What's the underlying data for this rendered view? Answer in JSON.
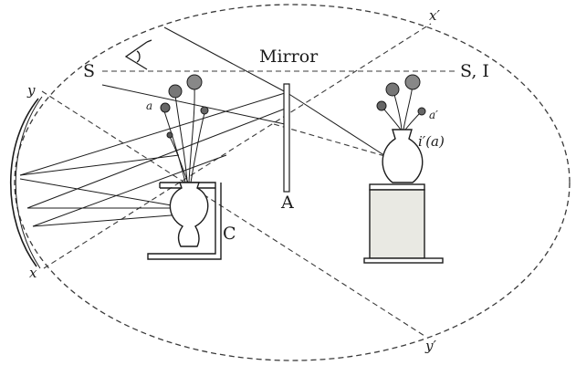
{
  "diagram": {
    "labels": {
      "mirror": "Mirror",
      "source_point": "S",
      "source_image": "S, I",
      "mirror_point": "A",
      "concave_mirror": "C",
      "x": "x",
      "x_prime": "x′",
      "y": "y",
      "y_prime": "y′",
      "flower_a": "a",
      "flower_a_prime": "a′",
      "image_label": "i′(a)"
    },
    "colors": {
      "ink": "#1c1c1c",
      "dash": "#3a3a3a",
      "table_shade": "#e9e9e3"
    }
  }
}
